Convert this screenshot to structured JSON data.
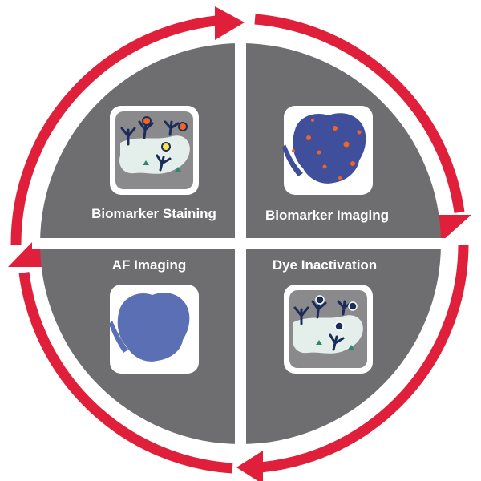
{
  "steps": {
    "biomarker_staining": "Biomarker Staining",
    "biomarker_imaging": "Biomarker Imaging",
    "dye_inactivation": "Dye Inactivation",
    "af_imaging": "AF Imaging"
  },
  "colors": {
    "arrow": "#e0203a",
    "quadrant": "#6e6e71",
    "tile_bg": "#ffffff",
    "tile_inner": "#8a8a8c",
    "tissue": "#3f4f9c",
    "tissue_af": "#5a6fb4",
    "marker": "#f26422",
    "antibody": "#1b2c5a",
    "cell_bg": "#dde9e6"
  },
  "icons": {
    "biomarker_staining": "antibody-staining-icon",
    "biomarker_imaging": "stained-tissue-icon",
    "dye_inactivation": "inactivated-antibody-icon",
    "af_imaging": "autofluorescence-tissue-icon"
  }
}
